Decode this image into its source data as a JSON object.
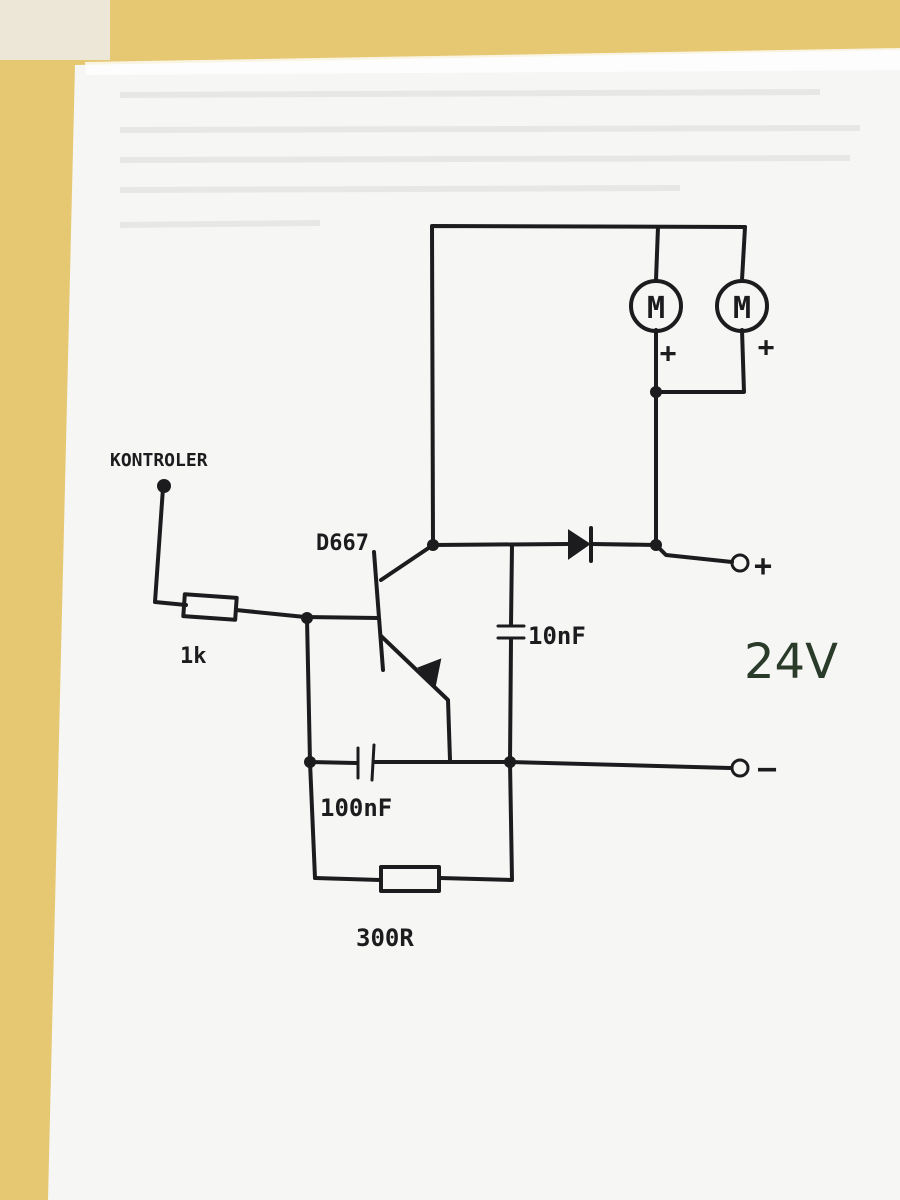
{
  "title": "Hand-drawn transistor motor driver schematic",
  "labels": {
    "controller": "KONTROLER",
    "transistor": "D667",
    "r_base": "1k",
    "c_10n": "10nF",
    "c_100n": "100nF",
    "r_300": "300R",
    "voltage": "24V",
    "terminal_plus": "+",
    "terminal_minus": "—",
    "motor_letter": "M",
    "motor_plus": "+"
  },
  "colors": {
    "ink": "#1c1c1f",
    "paper": "#f6f6f4",
    "sponge": "#e8cc7a"
  },
  "icons": {
    "motor": "motor-icon",
    "diode": "diode-icon",
    "resistor": "resistor-icon",
    "capacitor": "capacitor-icon",
    "transistor": "npn-transistor-icon",
    "terminal": "terminal-icon",
    "junction": "junction-dot-icon"
  }
}
